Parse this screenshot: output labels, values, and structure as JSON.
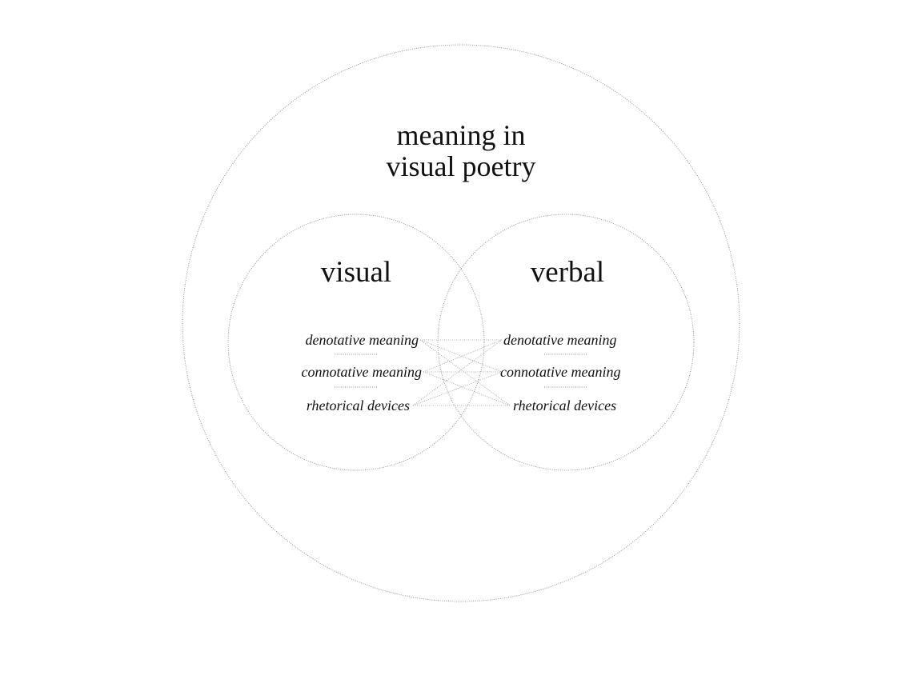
{
  "diagram": {
    "title_lines": [
      "meaning in",
      "visual poetry"
    ],
    "left_set": {
      "label": "visual",
      "items": [
        "denotative meaning",
        "connotative meaning",
        "rhetorical devices"
      ]
    },
    "right_set": {
      "label": "verbal",
      "items": [
        "denotative meaning",
        "connotative meaning",
        "rhetorical devices"
      ]
    }
  }
}
